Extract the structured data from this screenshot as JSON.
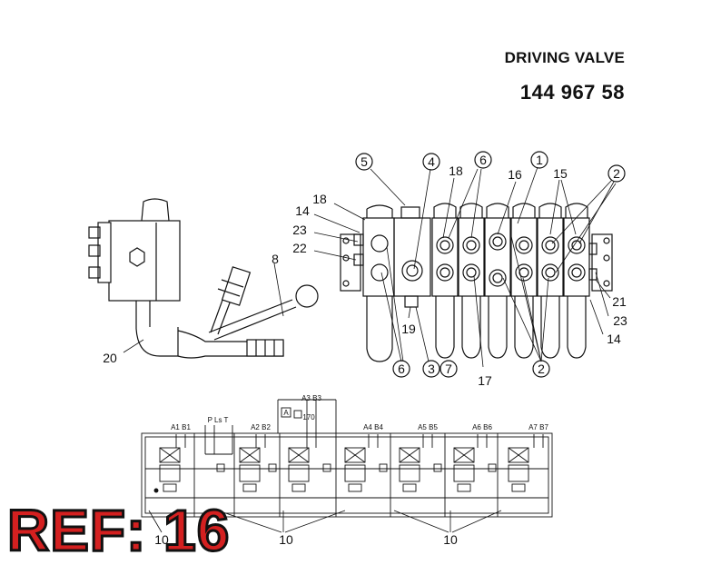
{
  "header": {
    "title": "DRIVING VALVE",
    "part_number": "144 967 58"
  },
  "ref_label": "REF: 16",
  "callouts": {
    "c5": "5",
    "c4": "4",
    "c18a": "18",
    "c6a": "6",
    "c16": "16",
    "c1": "1",
    "c15": "15",
    "c2a": "2",
    "c18b": "18",
    "c14a": "14",
    "c23a": "23",
    "c22": "22",
    "c8": "8",
    "c20": "20",
    "c19": "19",
    "c6b": "6",
    "c3": "3",
    "c7": "7",
    "c17": "17",
    "c2b": "2",
    "c21": "21",
    "c23b": "23",
    "c14b": "14",
    "c10a": "10",
    "c10b": "10",
    "c10c": "10"
  },
  "schematic": {
    "ports": [
      "A1 B1",
      "P Ls T",
      "A2 B2",
      "A3 B3",
      "A4 B4",
      "A5 B5",
      "A6 B6",
      "A7 B7"
    ],
    "box_label": "A",
    "pressure_label": "170"
  }
}
